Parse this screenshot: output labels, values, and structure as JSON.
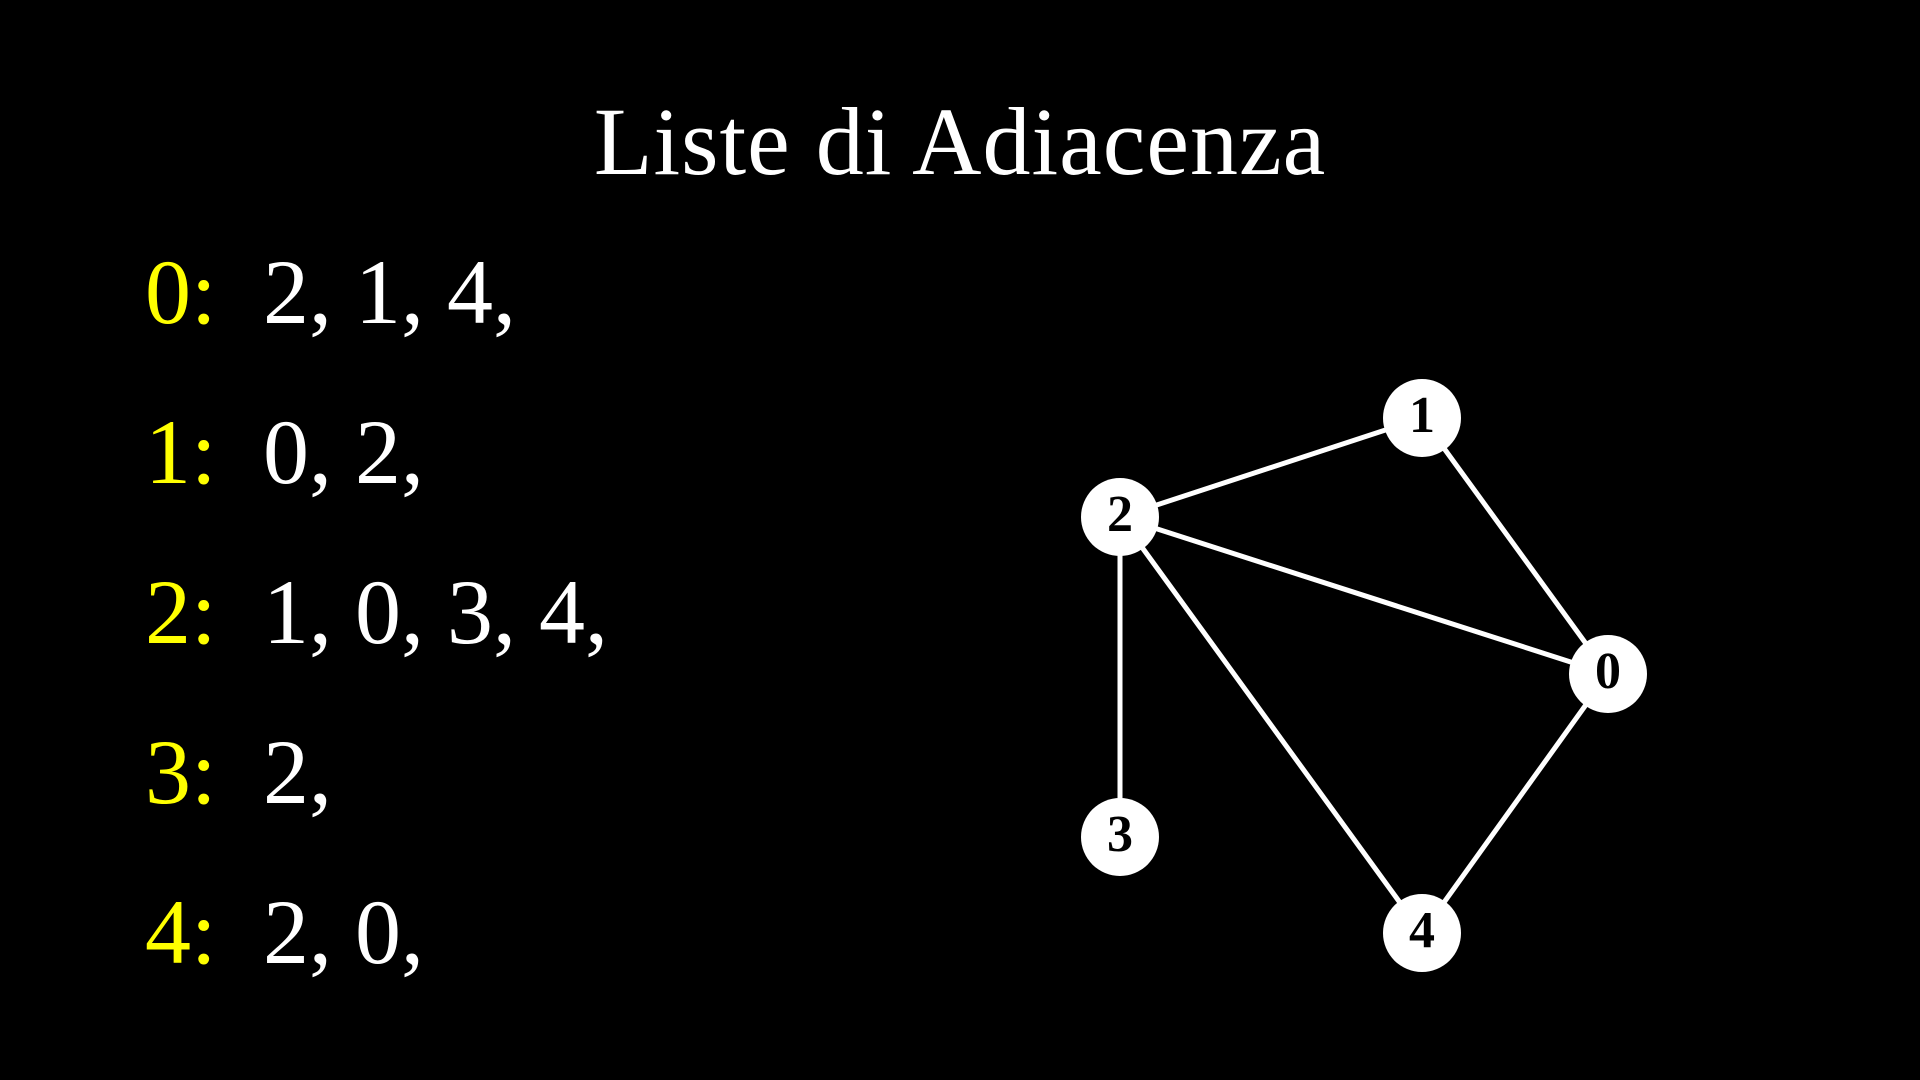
{
  "title": "Liste di Adiacenza",
  "colors": {
    "background": "#000000",
    "key": "#ffff00",
    "text": "#ffffff",
    "node_fill": "#ffffff",
    "node_label": "#000000",
    "edge": "#ffffff"
  },
  "adjacency_lists": [
    {
      "key": "0:",
      "values": "2, 1, 4,"
    },
    {
      "key": "1:",
      "values": "0, 2,"
    },
    {
      "key": "2:",
      "values": "1, 0, 3, 4,"
    },
    {
      "key": "3:",
      "values": "2,"
    },
    {
      "key": "4:",
      "values": "2, 0,"
    }
  ],
  "graph": {
    "nodes": [
      "0",
      "1",
      "2",
      "3",
      "4"
    ],
    "edges": [
      [
        "2",
        "1"
      ],
      [
        "1",
        "0"
      ],
      [
        "2",
        "0"
      ],
      [
        "2",
        "3"
      ],
      [
        "2",
        "4"
      ],
      [
        "0",
        "4"
      ]
    ]
  }
}
